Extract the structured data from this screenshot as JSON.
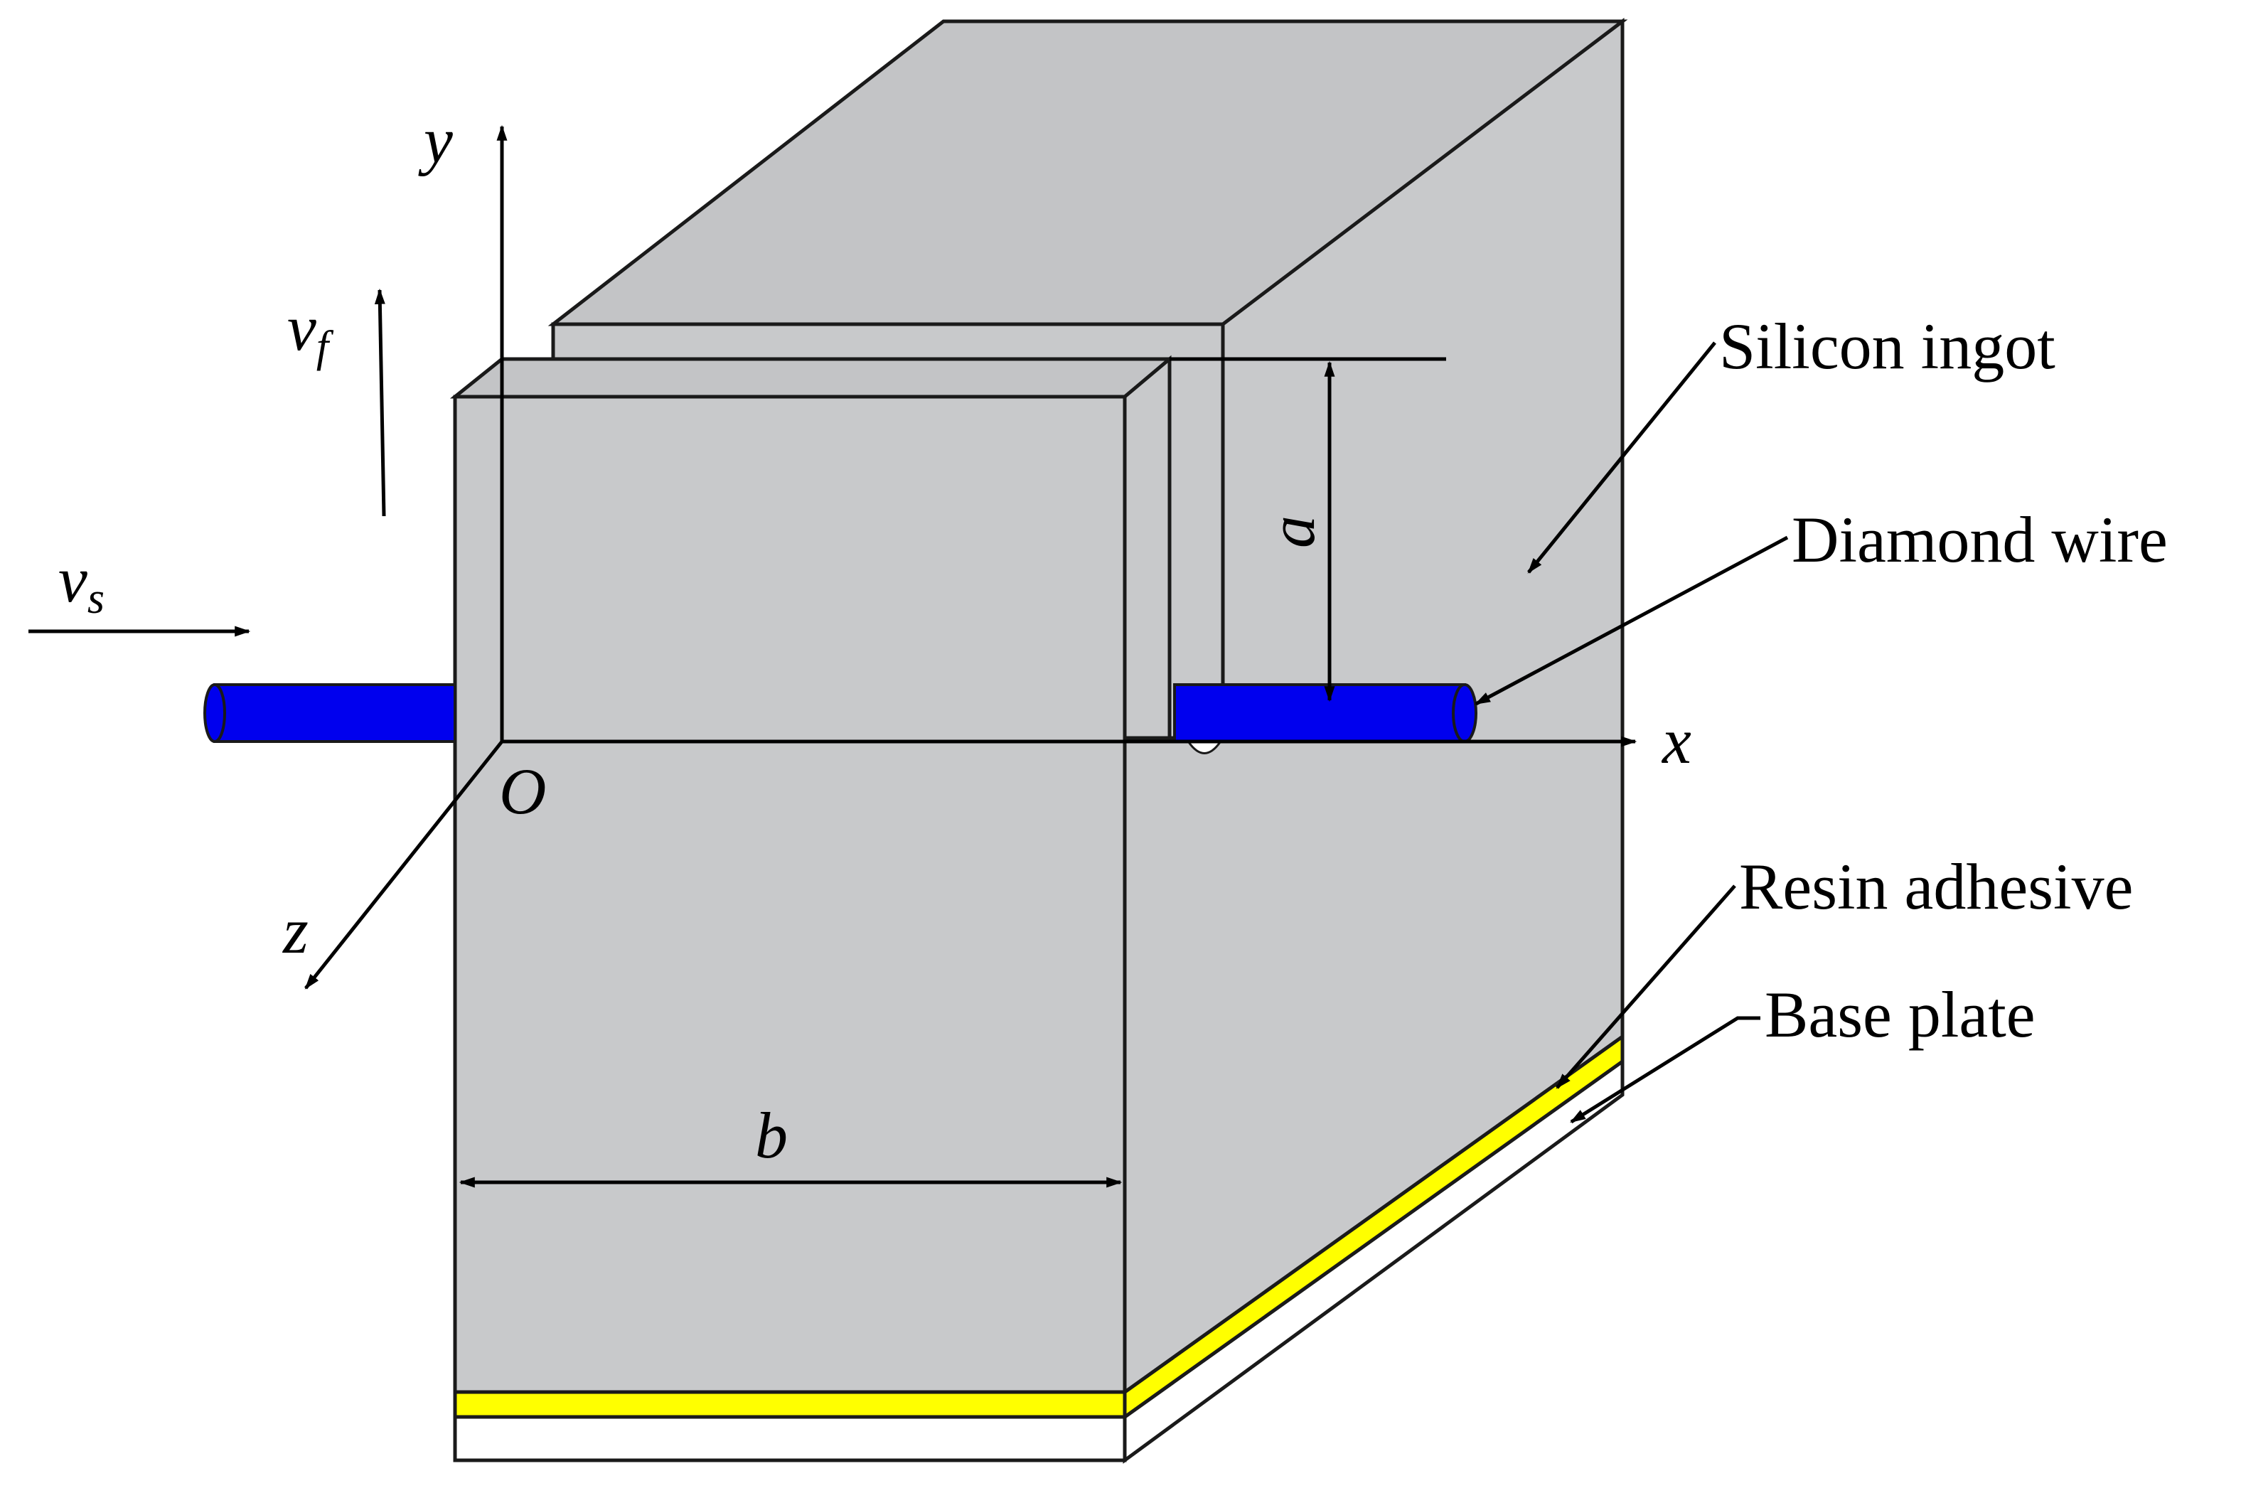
{
  "labels": {
    "silicon_ingot": "Silicon ingot",
    "diamond_wire": "Diamond wire",
    "resin_adhesive": "Resin adhesive",
    "base_plate": "Base plate"
  },
  "axes": {
    "x": "x",
    "y": "y",
    "z": "z",
    "origin": "O"
  },
  "symbols": {
    "a": "a",
    "b": "b",
    "v_s_main": "v",
    "v_s_sub": "s",
    "v_f_main": "v",
    "v_f_sub": "f"
  },
  "colors": {
    "ingot": "#c8c9cb",
    "ingot_top": "#c3c4c6",
    "wire": "#0000ee",
    "adhesive": "#ffff00",
    "base_plate": "#ffffff",
    "outline": "#1a1a1a"
  }
}
